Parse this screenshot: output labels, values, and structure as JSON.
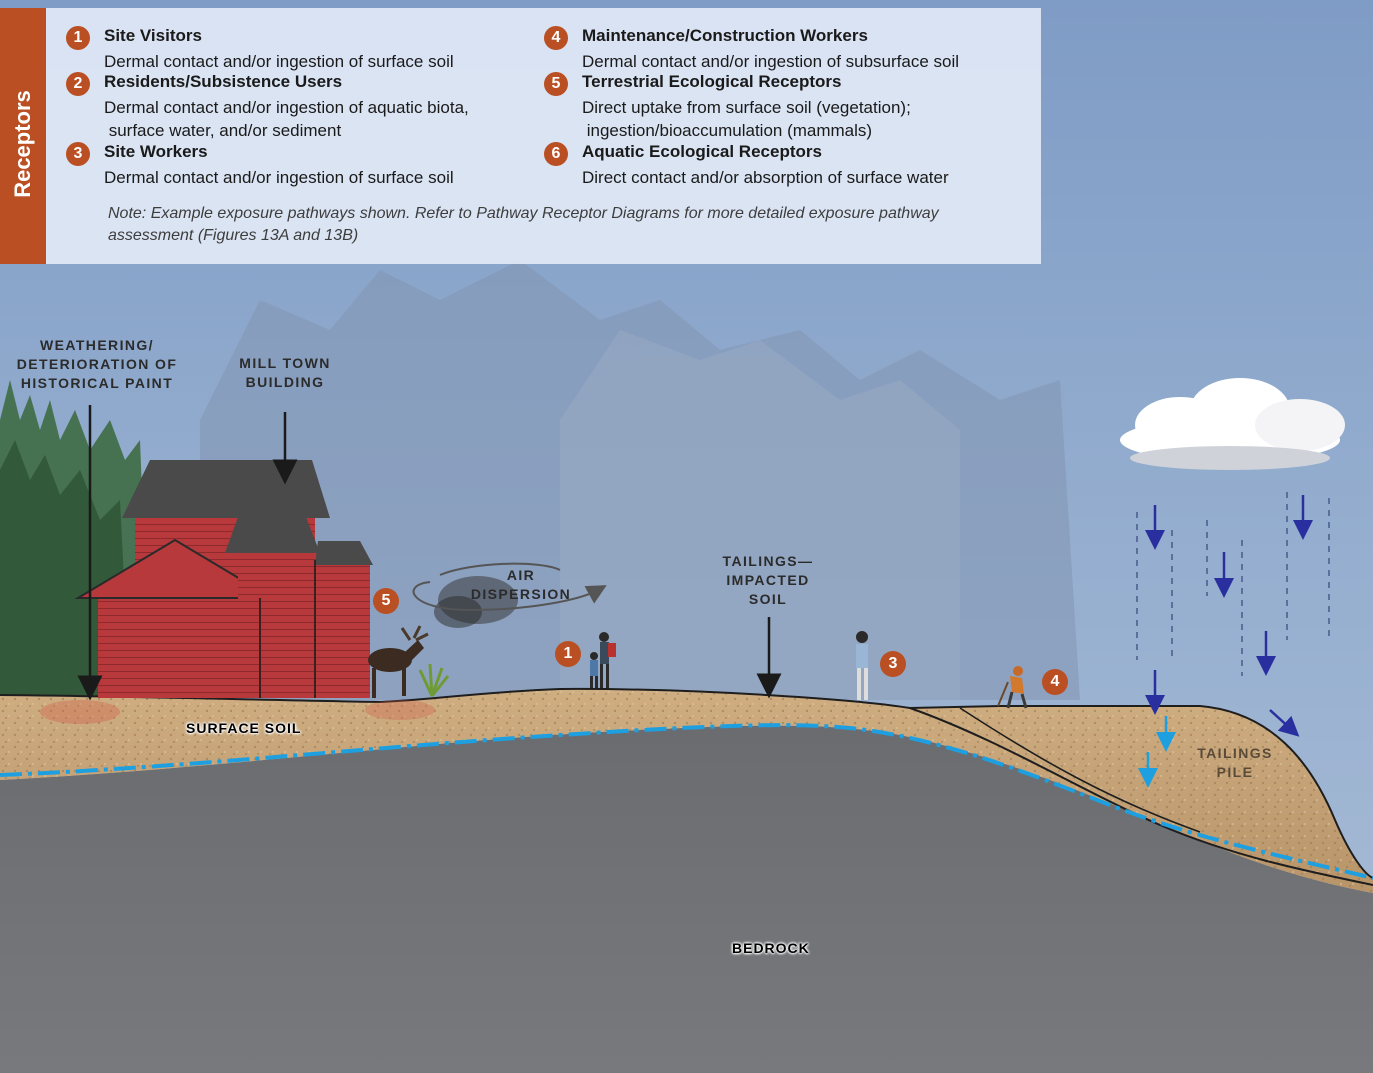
{
  "legend": {
    "tab_label": "Receptors",
    "receptors": [
      {
        "number": "1",
        "title": "Site Visitors",
        "description": "Dermal contact and/or ingestion of surface soil"
      },
      {
        "number": "2",
        "title": "Residents/Subsistence Users",
        "description": "Dermal contact and/or ingestion of aquatic biota,\n surface water, and/or sediment"
      },
      {
        "number": "3",
        "title": "Site Workers",
        "description": "Dermal contact and/or ingestion of surface soil"
      },
      {
        "number": "4",
        "title": "Maintenance/Construction Workers",
        "description": "Dermal contact and/or ingestion of subsurface soil"
      },
      {
        "number": "5",
        "title": "Terrestrial Ecological Receptors",
        "description": "Direct uptake from surface soil (vegetation);\n ingestion/bioaccumulation (mammals)"
      },
      {
        "number": "6",
        "title": "Aquatic Ecological Receptors",
        "description": "Direct contact and/or absorption of surface water"
      }
    ],
    "note": "Note: Example exposure pathways shown. Refer to Pathway Receptor Diagrams for more detailed exposure pathway assessment (Figures 13A and 13B)"
  },
  "labels": {
    "weathering": "WEATHERING/\nDETERIORATION OF\nHISTORICAL PAINT",
    "mill_town": "MILL TOWN\nBUILDING",
    "air_dispersion": "AIR\nDISPERSION",
    "tailings_impacted": "TAILINGS—\nIMPACTED\nSOIL",
    "surface_soil": "SURFACE SOIL",
    "tailings_pile": "TAILINGS\nPILE",
    "bedrock": "BEDROCK"
  },
  "scene_badges": [
    "5",
    "1",
    "3",
    "4"
  ],
  "colors": {
    "accent": "#b94f22",
    "sky": "#8fa8c9",
    "building": "#b8383b",
    "roof": "#4a4a4a",
    "soil": "#c6a57a",
    "bedrock": "#6f7175",
    "groundwater": "#1e9fe0",
    "rain": "#2a2fa0"
  }
}
